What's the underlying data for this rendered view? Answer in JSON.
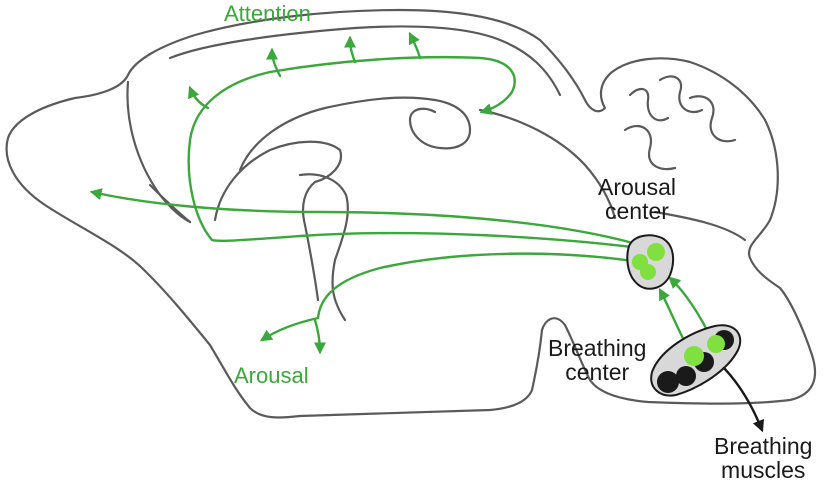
{
  "labels": {
    "attention": "Attention",
    "arousal": "Arousal",
    "arousal_center": "Arousal\ncenter",
    "breathing_center": "Breathing\ncenter",
    "breathing_muscles": "Breathing\nmuscles"
  },
  "colors": {
    "pathway": "#3aa83a",
    "active_neuron": "#7fe040",
    "inactive_neuron": "#1a1a1a",
    "outline": "#5a5a5a",
    "region_fill": "#d8d8d8"
  }
}
